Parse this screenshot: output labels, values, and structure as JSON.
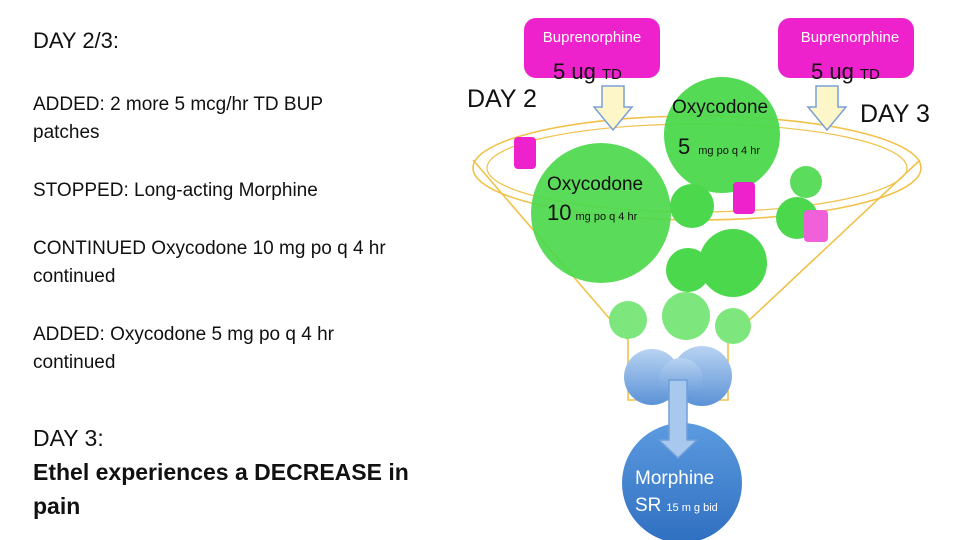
{
  "left": {
    "heading": "DAY 2/3:",
    "added_bup": "ADDED: 2 more 5 mcg/hr TD BUP patches",
    "stopped": "STOPPED: Long-acting Morphine",
    "continued": "CONTINUED Oxycodone 10 mg po q 4 hr continued",
    "added_oxy": "ADDED: Oxycodone 5 mg po q 4 hr continued",
    "day3_heading": "DAY 3:",
    "day3_text": "Ethel experiences a DECREASE in pain"
  },
  "diagram": {
    "bup_left": {
      "name": "Buprenorphine",
      "dose": "5 ug",
      "unit": "TD"
    },
    "bup_right": {
      "name": "Buprenorphine",
      "dose": "5 ug",
      "unit": "TD"
    },
    "day2": "DAY 2",
    "day3": "DAY 3",
    "oxy5": {
      "name": "Oxycodone",
      "dose": "5",
      "unit": "mg po q 4 hr"
    },
    "oxy10": {
      "name": "Oxycodone",
      "dose": "10",
      "unit": "mg po q 4 hr"
    },
    "morphine": {
      "name": "Morphine",
      "dose": "SR",
      "unit": "15 m g bid"
    },
    "colors": {
      "magenta": "#ee22cc",
      "green": "#4cd84c",
      "light_green": "#7de67d",
      "funnel": "#f0c24a",
      "arrow_fill": "#fdf6c8",
      "blue": "#4a86d0",
      "light_blue": "#9cc2ea",
      "arrow_blue": "#a8c8ee"
    }
  }
}
